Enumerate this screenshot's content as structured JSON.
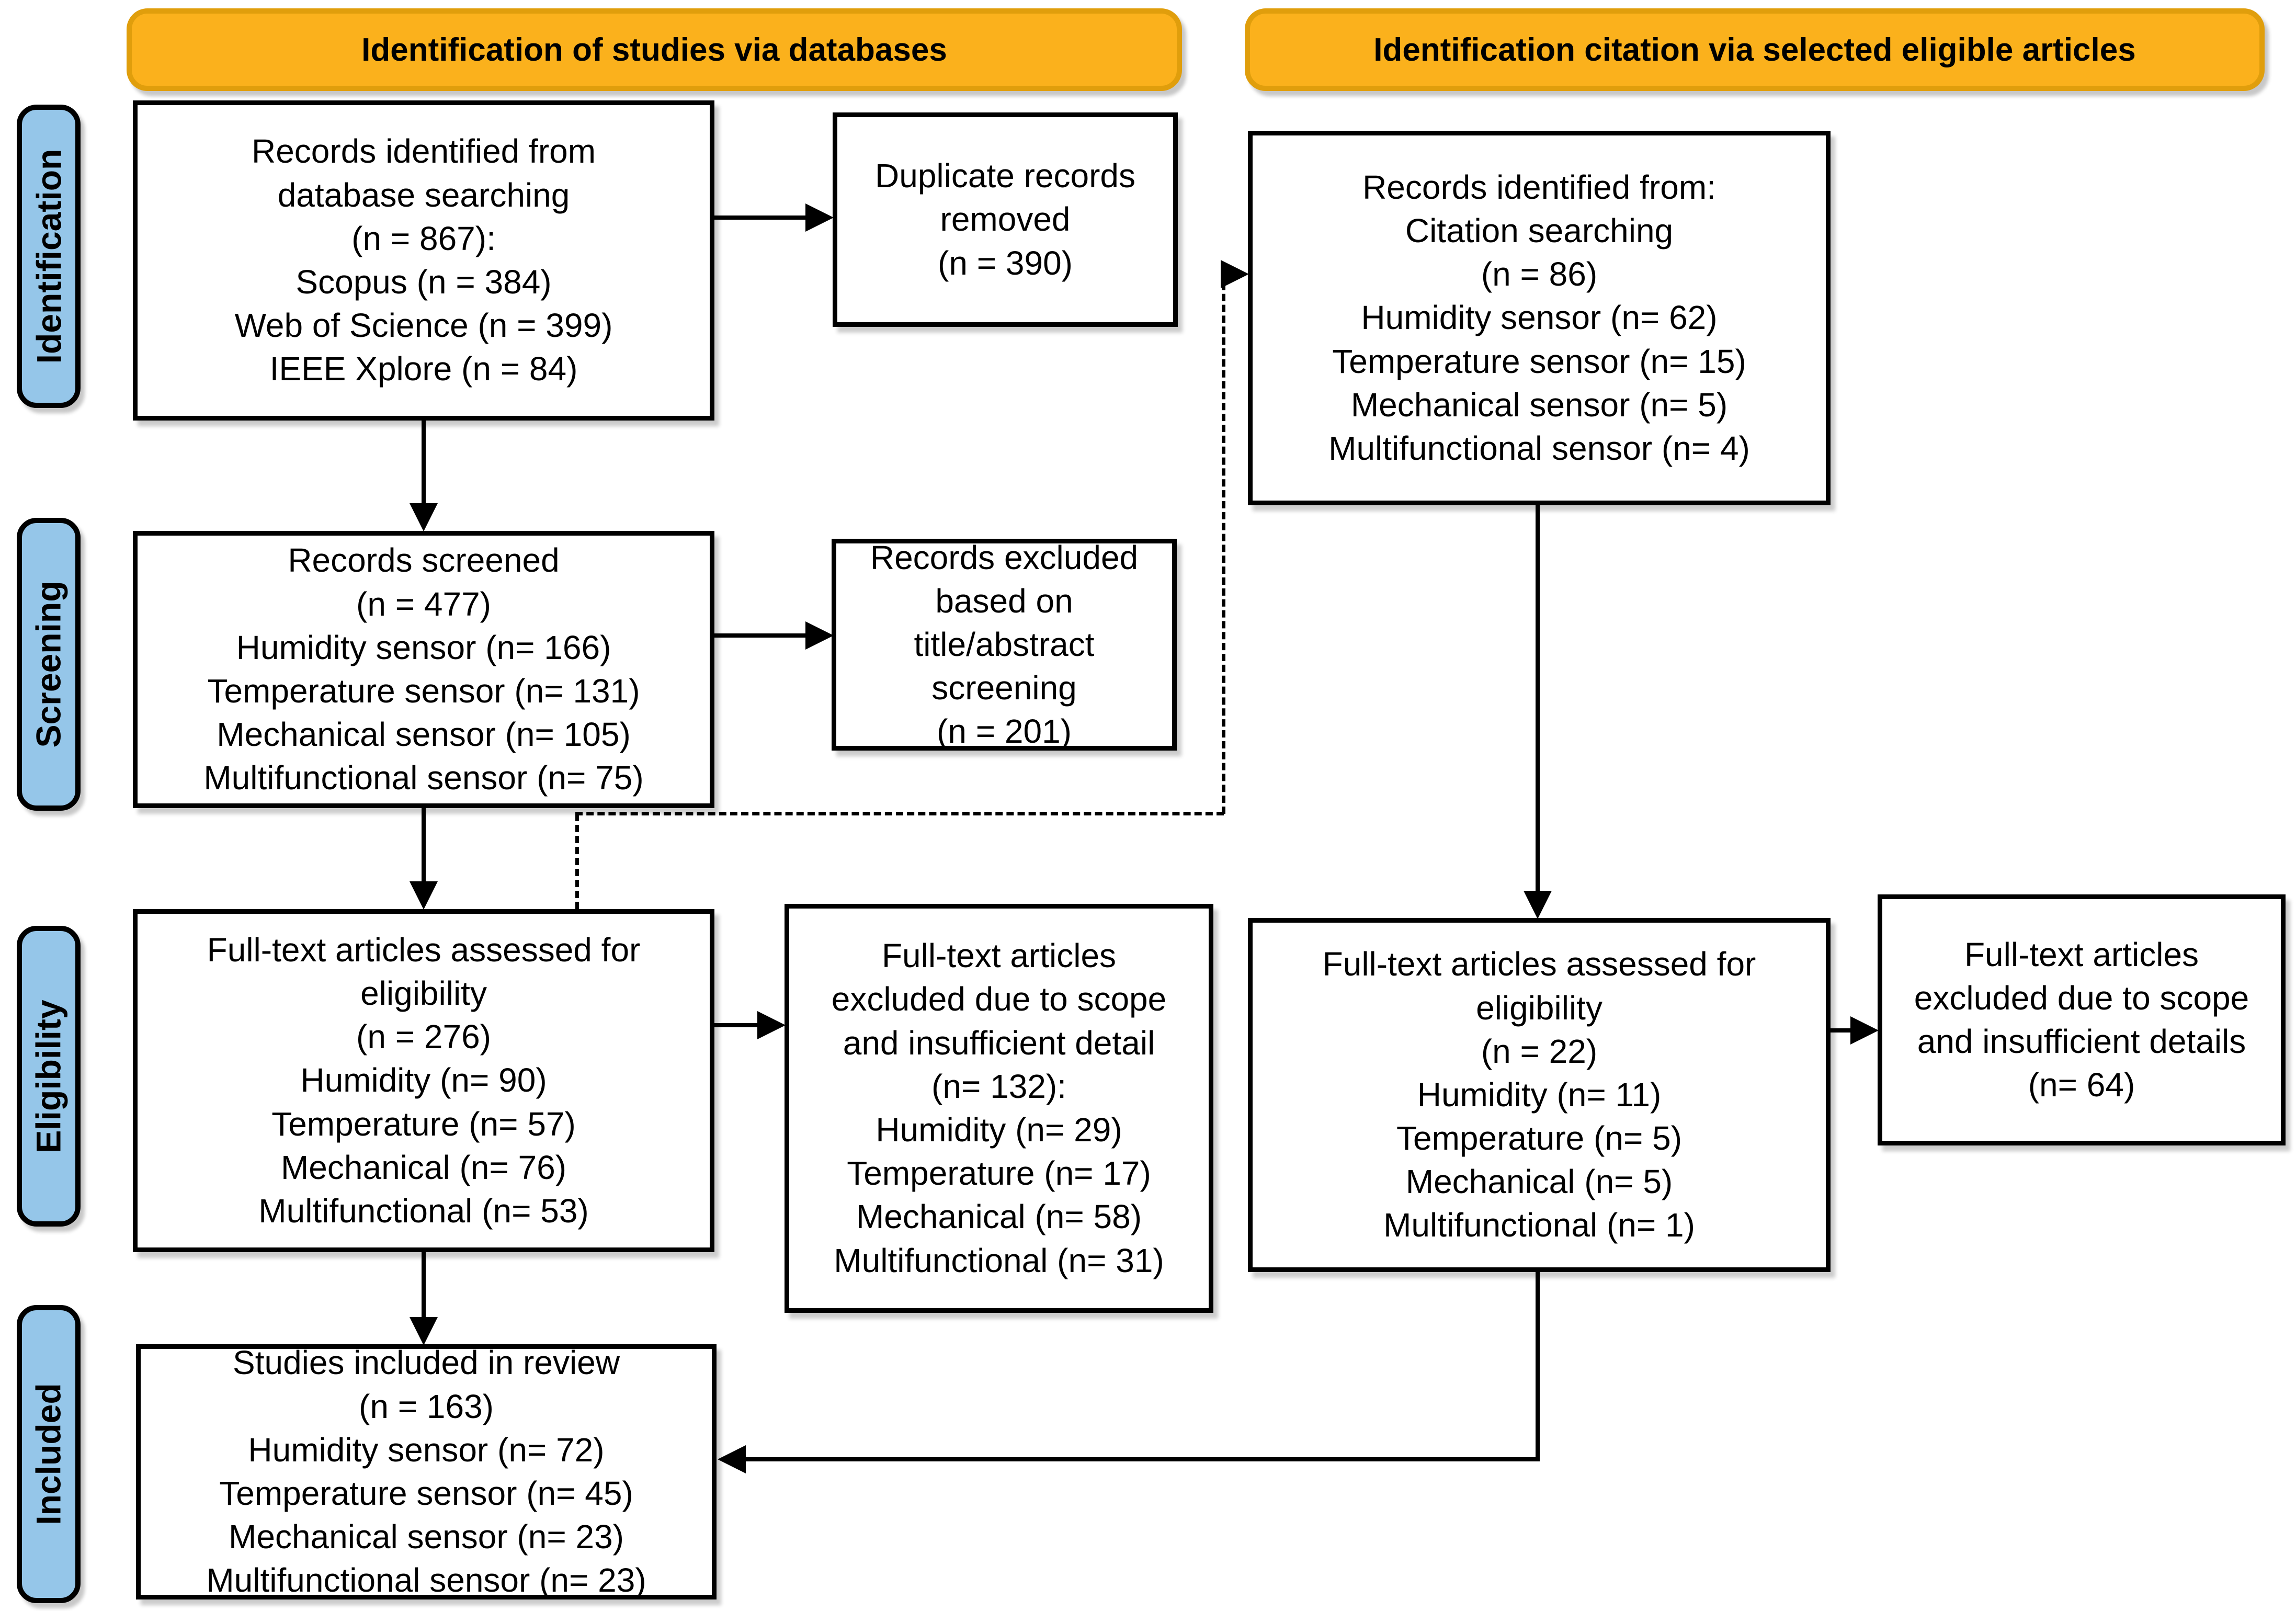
{
  "headers": {
    "databases": "Identification of studies via databases",
    "citations": "Identification citation via selected eligible articles"
  },
  "stages": [
    {
      "label": "Identification"
    },
    {
      "label": "Screening"
    },
    {
      "label": "Eligibility"
    },
    {
      "label": "Included"
    }
  ],
  "boxes": {
    "db_records": {
      "lines": [
        "Records identified from",
        "database searching",
        "(n = 867):",
        "Scopus (n = 384)",
        "Web of Science (n = 399)",
        "IEEE Xplore (n = 84)"
      ]
    },
    "duplicates_removed": {
      "lines": [
        "Duplicate records",
        "removed",
        "(n = 390)"
      ]
    },
    "citation_records": {
      "lines": [
        "Records identified from:",
        "Citation searching",
        "(n = 86)",
        "Humidity sensor (n= 62)",
        "Temperature sensor (n= 15)",
        "Mechanical sensor (n= 5)",
        "Multifunctional sensor (n= 4)"
      ]
    },
    "records_screened": {
      "lines": [
        "Records screened",
        "(n = 477)",
        "Humidity sensor (n= 166)",
        "Temperature sensor (n= 131)",
        "Mechanical sensor (n= 105)",
        "Multifunctional sensor (n= 75)"
      ]
    },
    "records_excluded": {
      "lines": [
        "Records excluded",
        "based on",
        "title/abstract",
        "screening",
        "(n = 201)"
      ]
    },
    "fulltext_db": {
      "lines": [
        "Full-text articles assessed for",
        "eligibility",
        "(n = 276)",
        "Humidity (n= 90)",
        "Temperature (n= 57)",
        "Mechanical (n= 76)",
        "Multifunctional (n= 53)"
      ]
    },
    "fulltext_db_excluded": {
      "lines": [
        "Full-text articles",
        "excluded due to scope",
        "and insufficient detail",
        "(n= 132):",
        "Humidity (n= 29)",
        "Temperature (n= 17)",
        "Mechanical (n= 58)",
        "Multifunctional (n= 31)"
      ]
    },
    "fulltext_citation": {
      "lines": [
        "Full-text articles assessed for",
        "eligibility",
        "(n = 22)",
        "Humidity (n= 11)",
        "Temperature (n= 5)",
        "Mechanical (n= 5)",
        "Multifunctional (n= 1)"
      ]
    },
    "fulltext_citation_excluded": {
      "lines": [
        "Full-text articles",
        "excluded due to scope",
        "and insufficient details",
        "(n= 64)"
      ]
    },
    "included_studies": {
      "lines": [
        "Studies included in review",
        "(n = 163)",
        "Humidity sensor (n= 72)",
        "Temperature sensor (n= 45)",
        "Mechanical sensor (n= 23)",
        "Multifunctional sensor (n= 23)"
      ]
    }
  },
  "colors": {
    "header_fill": "#FBB11C",
    "header_border": "#E09E0C",
    "stage_fill": "#95C6E9",
    "stage_border": "#000000",
    "box_fill": "#FFFFFF",
    "box_border": "#000000",
    "connector": "#000000"
  }
}
